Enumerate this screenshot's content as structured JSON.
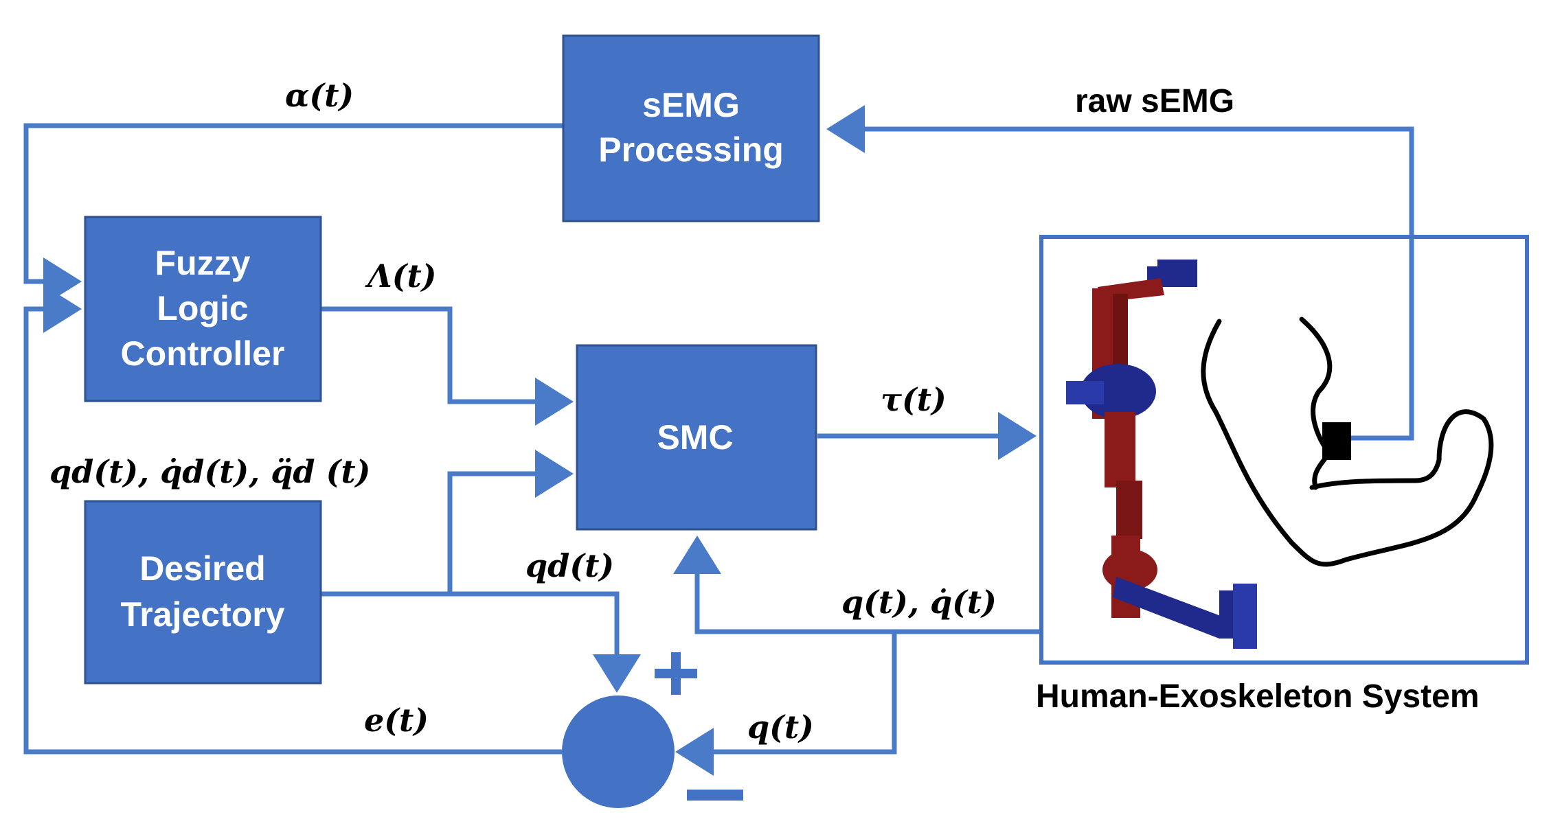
{
  "blocks": {
    "semg_processing": {
      "line1": "sEMG",
      "line2": "Processing"
    },
    "fuzzy": {
      "line1": "Fuzzy",
      "line2": "Logic",
      "line3": "Controller"
    },
    "smc": {
      "label": "SMC"
    },
    "desired": {
      "line1": "Desired",
      "line2": "Trajectory"
    }
  },
  "signals": {
    "alpha": "α(t)",
    "raw_semg": "raw sEMG",
    "lambda": "Λ(t)",
    "tau": "τ(t)",
    "desired_full": "qd(t), q̇d(t), q̈d (t)",
    "qd": "qd(t)",
    "q_qdot": "q(t), q̇(t)",
    "q": "q(t)",
    "e": "e(t)"
  },
  "summing_junction": {
    "plus": "+",
    "minus": "−"
  },
  "system_label": "Human-Exoskeleton System",
  "colors": {
    "block_fill": "#4472c4",
    "wire": "#4a7bc8",
    "exo_red": "#8b1a1a",
    "exo_blue": "#1f2a8c"
  }
}
